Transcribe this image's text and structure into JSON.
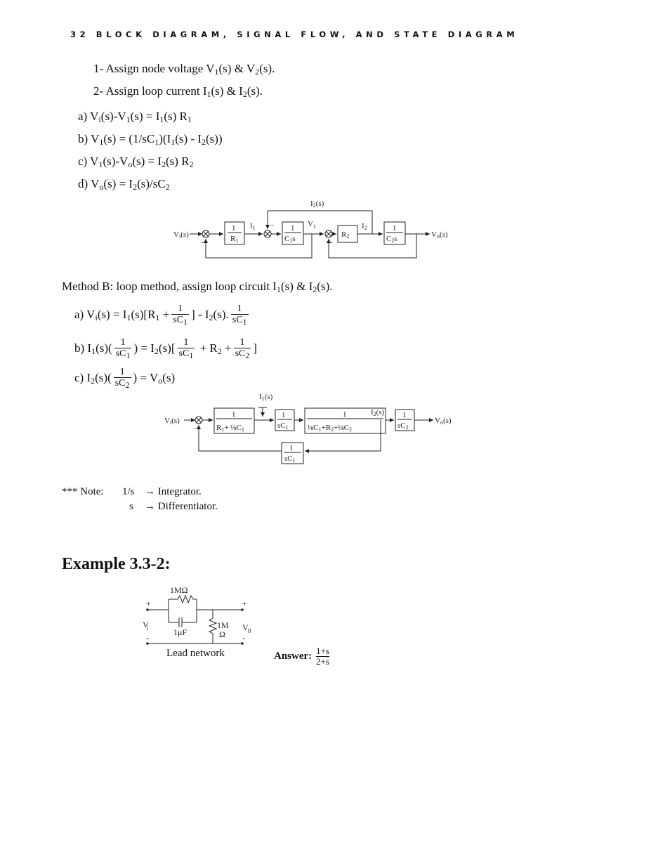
{
  "header": "32  BLOCK DIAGRAM, SIGNAL FLOW, AND STATE DIAGRAM",
  "steps": [
    "1- Assign node voltage V",
    "2- Assign loop current I"
  ],
  "methodA": {
    "a": "a) V",
    "b": "b) V",
    "c": "c) V",
    "d": "d) V"
  },
  "methodB": {
    "title": "Method B: loop method, assign loop circuit I",
    "a": "a) V",
    "b": "b) I",
    "c": "c) I"
  },
  "note": {
    "label": "*** Note:",
    "row1_sym": "1/s",
    "row1_text": "→ Integrator.",
    "row2_sym": "s",
    "row2_text": "→ Differentiator."
  },
  "example": {
    "title": "Example 3.3-2:",
    "caption": "Lead network",
    "answer_label": "Answer:",
    "answer_num": "1+s",
    "answer_den": "2+s",
    "r_top": "1MΩ",
    "cap": "1μF",
    "r_right": "1M",
    "omega": "Ω",
    "vi": "V",
    "vo": "V"
  }
}
